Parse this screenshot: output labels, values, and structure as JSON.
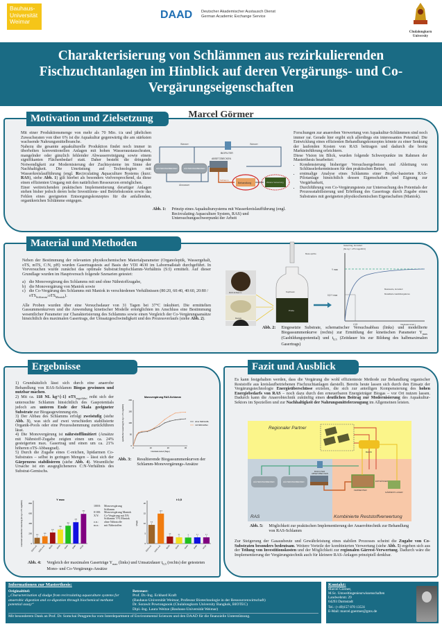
{
  "header": {
    "logo_bauhaus": "Bauhaus-\nUniversität\nWeimar",
    "daad_logo": "DAAD",
    "daad_line1": "Deutscher Akademischer Austausch Dienst",
    "daad_line2": "German Academic Exchange Service",
    "chula_logo": "Chulalongkorn University",
    "title": "Charakterisierung von Schlämmen aus rezirkulierenden Fischzuchtanlagen im Hinblick auf deren Vergärungs- und Co-Vergärungseigenschaften",
    "author": "Marcel Görmer"
  },
  "motivation": {
    "heading": "Motivation und Zielsetzung",
    "left": [
      "Mit einer Produktionsmenge von mehr als 70 Mio. t/a und jährlichen Zuwachsraten von über 6% ist die Aquakultur gegenwärtig die am stärksten wachsende Nahrungsmittelbranche.",
      "Nahezu die gesamte aquakulturelle Produktion findet noch immer in überholten konventionellen Anlagen mit hohen Wasseraustauschraten, mangelnder oder gänzlich fehlender Abwasserreinigung sowie einem signifikanten Flächenbedarf statt. Daher besteht die dringende Notwendigkeit zur Modernisierung der Zuchtsysteme im Sinne der Nachhaltigkeit. Die Umrüstung auf Technologien mit Wasserkreislaufführung (engl. **R**ecirculating **A**quaculture **S**ystems (kurz: **RAS**), siehe **Abb. 1**) gilt hierbei als besonders vielversprechend, da diese einen effizienten Umgang mit den natürlichen Ressourcen ermöglichen.",
      "Einer weitreichenden praktischen Implementierung derartiger Anlagen stehen bisher jedoch deren hohe Investitions- und Betriebskosten sowie das Fehlen eines geeigneten Entsorgungskonzeptes für die anfallenden, organikreichen Schlämme entgegen."
    ],
    "right": [
      "Forschungen zur anaeroben Verwertung von Aquakultur-Schlämmen sind noch immer rar. Gerade hier ergibt sich allerdings ein interessantes Potential: Die Entwicklung eines effizienten Behandlungskonzeptes könnte zu einer Senkung der laufenden Kosten von RAS beitragen und dadurch die breite Markteinführung erleichtern.",
      "Diese Vision im Blick, wurden folgende Schwerpunkte im Rahmen der Masterthesis bearbeitet:"
    ],
    "bullets": [
      "Kondensierung bisheriger Versuchsergebnisse und Ableitung von Schlüsselerkenntnissen für den praktischen Betrieb,",
      "erstmalige Analyse eines Schlamms einer *Biofloc*-basierten RAS-Pilotanlage hinsichtlich dessen Eigenschaften und Eignung zur Vergärbarkeit,",
      "Durchführung von Co-Vergärungstests zur Untersuchung des Potentials der Prozessstabilisierung und Erhöhung des Gasertrags durch Zugabe eines Substrates mit geeigneten physikochemischen Eigenschaften (Maniok)."
    ],
    "fig": {
      "label": "Abb. 1:",
      "caption": "Prinzip eines Aquakultursystems mit Wasserkreislaufführung (engl. Recirculating Aquaculture System, RAS) und Untersuchungsschwerpunkt der Arbeit",
      "wasser": "Wasser",
      "biofilter": "BIOFILTER",
      "absetzbecken": "ABSETZBECKEN",
      "tank": "HÄLTERUNGSBECKEN",
      "abwasser": "Abwasser",
      "schlamm": "Schlamm",
      "behandlung": "Behandlung",
      "verwertung": "Weitere Verwertung"
    }
  },
  "methods": {
    "heading": "Material und Methoden",
    "p1": "Neben der Bestimmung der relevanten physikochemischen Materialparameter (Organoleptik, Wassergehalt, oTS, mTS, C:N, pH) wurden Gasertragstests auf Basis der VDI 4630 im Labormaßstab durchgeführt. In Vorversuchen wurde zunächst das optimale Substrat:Impfschlamm-Verhältnis (S:I) ermittelt. Auf dieser Grundlage wurden im Hauptversuch folgende Szenarien getestet:",
    "list": [
      {
        "k": "a)",
        "t": "die Monovergärung des Schlamms mit und ohne Nährstoffzugabe,"
      },
      {
        "k": "b)",
        "t": "die Monovergärung von Maniok sowie"
      },
      {
        "k": "c)",
        "t": "die Co-Vergärung des Schlamms mit Maniok in verschiedenen Verhältnissen (80:20, 60:40, 40:60, 20:80 / oTS_{Schlamm}:oTS_{Maniok})."
      }
    ],
    "p2": "Alle Proben wurden über eine Versuchsdauer von 31 Tagen bei 37°C inkubiert. Die ermittelten Gassummenkurven und die Anwendung kinetischer Modelle ermöglichten im Anschluss eine Bestimmung wesentlicher Parameter zur Charakterisierung des Schlamms sowie einen Vergleich der Co-Vergärungsansätze hinsichtlich des maximalen Gasertrags, der Umsatzgeschwindigkeit und des Prozessverlaufs (siehe **Abb. 2**).",
    "fig": {
      "label": "Abb. 2:",
      "caption": "Eingesetzte Substrate, schematischer Versuchsabbau (links) und modellierte Biogassummenkurve (rechts) zur Ermittlung der kinetischen Parameter Y_{max} (Gasbildungspotential) und t_{0,5} (Zeitdauer bis zur Bildung des halbmaximalen Gasertrags)",
      "ras": "RAS-Schlamm",
      "maniok": "Maniok",
      "impf": "Impfschlamm",
      "kopfraum": "Kopfraum",
      "probe": "Probe",
      "spritze": "Mess-spritze",
      "ylabel1": "Gasertrag, kumuliert",
      "ylabel2": "[NL kg⁻¹ oTS zugeführt]",
      "ymax": "Y max",
      "half": "0,5 Y max",
      "t05": "t 0,5",
      "xlabel": "Inkubationszeit t",
      "legend1": "Messwerte, kumuliert",
      "legend2": "Modellierte Gasbildungskurve"
    }
  },
  "results": {
    "heading": "Ergebnisse",
    "items": [
      "Grundsätzlich lässt sich durch eine anaerobe Behandlung von RAS-Schlamm **Biogas gewinnen und nutzbar machen**.",
      "Mit ca. **118 NL kg^{-1} oTS**_{zugeführt} reiht sich der untersuchte Schlamm hinsichtlich des Gaspotentials jedoch am **unteren Ende der Skala geeigneter Substrate** zur Biogasgewinnung ein.",
      "Der Abbau des Schlamms erfolgt **zweistufig** (siehe **Abb. 3**), was sich auf zwei verschieden stabilisierte Organik-Pools oder eine Prozesshemmung zurückführen lässt.",
      "Die Monovergärung ist **nährstofflimitiert** (Ansätze mit Nährstoff-Zugabe zeigten einen um ca. 24% gesteigerten max. Gasertrag und einen um ca. 21% höheren oTS-Abbaugrad).",
      "Durch die Zugabe eines C-reichen, lipidarmen Co-Substrates – selbst in geringen Mengen – lässt sich der **Gärprozess stabilisieren** (siehe **Abb. 4**). Wesentliche Ursache ist ein ausgeglicheneres C:N-Verhältnis des Substrat-Gemischs."
    ],
    "fig3": {
      "label": "Abb. 3:",
      "caption": "Resultierende Biogassummenkurven der Schlamm-Monovergärungs-Ansätze"
    },
    "fig4": {
      "label": "Abb. 4:",
      "caption": "Vergleich der maximalen Gaserträge Y_{max} (links) und Umsatzdauer t_{0,5} (rechts) der getesteten Mono- und Co-Vergärungs-Ansätze",
      "legend": [
        {
          "k": "100/0:",
          "v": "Monovergärung Schlamm"
        },
        {
          "k": "0/100:",
          "v": "Monovergärung Maniok"
        },
        {
          "k": "X/Y:",
          "v": "Co-Vergärung mit X% Schlamm/ Y% Maniok"
        },
        {
          "k": "o.n.:",
          "v": "ohne Nährstoffe"
        },
        {
          "k": "m.n.:",
          "v": "mit Nährstoffen"
        }
      ]
    }
  },
  "conclusion": {
    "heading": "Fazit und Ausblick",
    "p1": "Es kann festgehalten werden, dass die Vergärung die wohl effizienteste Methode zur Behandlung organischer Reststoffe aus kreislaufbetriebenen Fischzuchtanlagen darstellt. Bereits heute lassen sich durch den Einsatz der Vergärungstechnologie **Energieüberschüsse** erzielen, die sich zur anteiligen Kompensierung des **hohen Energiebedarfs von RAS** – noch dazu durch den erneuerbaren Energieträger Biogas – vor Ort nutzen lassen. Dadurch kann die Anaerobtechnik zukünftig einen **deutlichen Beitrag zur Modernisierung** des Aquakultur-Sektors im Speziellen und zur **Nachhaltigkeit der Nahrungsmittelerzeugung** im Allgemeinen leisten.",
    "p2": "Zur Steigerung der Gasausbeute und Gewährleistung eines stabilen Prozesses scheint die **Zugabe von Co-Substraten besonders bedeutsam**. Weitere Vorteile der kombinierten Verwertung (siehe **Abb. 5**) ergeben sich aus der **Teilung von Investitionskosten** und der Möglichkeit zur **regionalen Gärrest-Verwertung**. Dadurch wäre die Implementierung der Vergärungstechnik auch für kleinere RAS-Anlagen prinzipiell denkbar.",
    "fig": {
      "label": "Abb. 5:",
      "caption": "Möglichkeit zur praktischen Implementierung der Anaerobtechnik zur Behandlung von RAS-Schlamm",
      "partner": "Regionaler Partner",
      "ras": "RAS",
      "kombi": "Kombinierte Reststoffverwertung",
      "bhkw": "BHKW",
      "fermenter": "FERMENTER",
      "gaerrest": "GÄRREST-LAGER",
      "entw": "ENTWÄSSERUNG",
      "absetz": "ABSETZBECKEN",
      "biofilter": "BIOFILTER",
      "tank": "HÄLTERUNGSBECKEN"
    }
  },
  "footer": {
    "heading": "Informationen zur Masterthesis:",
    "orig_label": "Originaltitel:",
    "orig_title": "„Characterization of sludge from recirculating aquaculture systems for anaerobic digestion and co-digestion through biochemical methane potential assay“",
    "betreuer_label": "Betreuer:",
    "betreuer": [
      "Prof. Dr.-Ing. Eckhard Kraft",
      "(Bauhaus-Universität Weimar, Professur Biotechnologie in der Ressourcenwirtschaft)",
      "Dr. Sorawit Powtongsook (Chulalongkorn University Bangkok, BIOTEC)",
      "Dipl.-Ing. Laura Weitze (Bauhaus-Universität Weimar)"
    ],
    "thanks": "Mit besonderem Dank an Prof. Dr. Somchai Pengprecha vom Interdepartment of Environmental Sciences und den DAAD für die finanzielle Unterstützung.",
    "contact_heading": "Kontakt:",
    "contact": [
      "Marcel Görmer,",
      "M.Sc. Umweltingenieurwissenschaften",
      "Landwehrstr. 29",
      "64293 Darmstadt"
    ],
    "tel": "Tel.: (+49)157 870 13531",
    "mail": "E-Mail: marcel.goermer@gmx.de"
  },
  "colors": {
    "teal": "#1a6b84",
    "bauhaus": "#f5c518",
    "daad": "#1f6fb3"
  },
  "chart_data": [
    {
      "type": "line",
      "title": "Monovergärung RAS-Schlamm",
      "xlabel": "Inkubationszeit [Tage]",
      "ylabel": "spezifischer Gasertrag [NL kg-1 oTS zugeführt]",
      "xlim": [
        0,
        31
      ],
      "ylim": [
        0,
        200
      ],
      "yticks": [
        0,
        50,
        100,
        150,
        200
      ],
      "xticks": [
        0,
        10,
        20,
        30
      ],
      "legend": "right",
      "series": [
        {
          "name": "ohne Nährstoffe",
          "color": "#555555",
          "x": [
            0,
            1,
            2,
            3,
            5,
            8,
            10,
            12,
            15,
            18,
            21,
            24,
            27,
            30
          ],
          "y": [
            0,
            25,
            45,
            55,
            60,
            62,
            68,
            75,
            85,
            100,
            108,
            113,
            116,
            118
          ]
        },
        {
          "name": "mit Nährstoffen",
          "color": "#f0a070",
          "x": [
            0,
            1,
            2,
            3,
            5,
            8,
            10,
            12,
            15,
            18,
            21,
            24,
            27,
            30
          ],
          "y": [
            0,
            28,
            48,
            58,
            63,
            65,
            70,
            78,
            95,
            115,
            130,
            143,
            146,
            147
          ]
        }
      ]
    },
    {
      "type": "bar",
      "title": "Y max",
      "ylabel": "maximaler spezifischer Gasertrag [NL kg-1 oTS zugeführt]",
      "ylim": [
        0,
        800
      ],
      "yticks": [
        0,
        200,
        400,
        600,
        800
      ],
      "categories": [
        "100/0 o.N.",
        "100/0 m.N.",
        "80/20",
        "60/40",
        "40/60",
        "20/80",
        "0/100"
      ],
      "values": [
        115,
        145,
        220,
        280,
        355,
        425,
        590
      ],
      "colors": [
        "#9c6428",
        "#f07c10",
        "#a01010",
        "#f0e020",
        "#20c020",
        "#1010e0",
        "#800080"
      ]
    },
    {
      "type": "bar",
      "title": "t 0,5",
      "ylabel": "t [Tage]",
      "ylim": [
        0,
        20
      ],
      "yticks": [
        0,
        5,
        10,
        15,
        20
      ],
      "categories": [
        "100/0 o.N.",
        "100/0 m.N.",
        "80/20",
        "60/40",
        "40/60",
        "20/80",
        "0/100"
      ],
      "values": [
        9.3,
        14.9,
        3.5,
        3.1,
        3.0,
        3.1,
        3.1
      ],
      "colors": [
        "#9c6428",
        "#f07c10",
        "#a01010",
        "#f0e020",
        "#20c020",
        "#1010e0",
        "#800080"
      ]
    }
  ]
}
